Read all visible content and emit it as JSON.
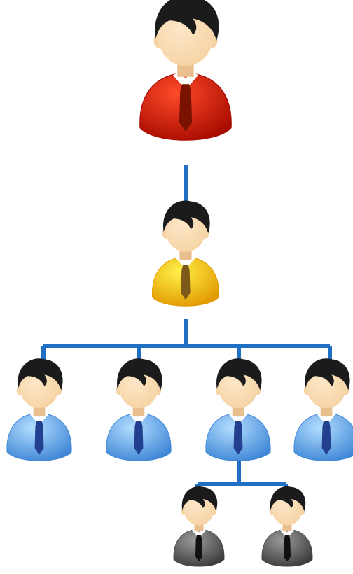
{
  "colors": {
    "connector": "#1f6fc2",
    "skin": "#f6d3a4",
    "hair": "#1b1b1b",
    "collar": "#ffffff"
  },
  "roles": {
    "executive": {
      "icon": "person-icon",
      "shirt_light": "#ff4a2a",
      "shirt_dark": "#a80c00",
      "tie": "#7a1200"
    },
    "manager": {
      "icon": "person-icon",
      "shirt_light": "#fff04a",
      "shirt_dark": "#e29a00",
      "tie": "#7d5a1a"
    },
    "staff": {
      "icon": "person-icon",
      "shirt_light": "#b3ddff",
      "shirt_dark": "#3f87d6",
      "tie": "#233f8f"
    },
    "assistant": {
      "icon": "person-icon",
      "shirt_light": "#9a9a9a",
      "shirt_dark": "#3c3c3c",
      "tie": "#111111"
    }
  },
  "hierarchy": {
    "role": "executive",
    "children": [
      {
        "role": "manager",
        "children": [
          {
            "role": "staff",
            "children": []
          },
          {
            "role": "staff",
            "children": []
          },
          {
            "role": "staff",
            "children": [
              {
                "role": "assistant",
                "children": []
              },
              {
                "role": "assistant",
                "children": []
              }
            ]
          },
          {
            "role": "staff",
            "children": []
          }
        ]
      }
    ]
  }
}
